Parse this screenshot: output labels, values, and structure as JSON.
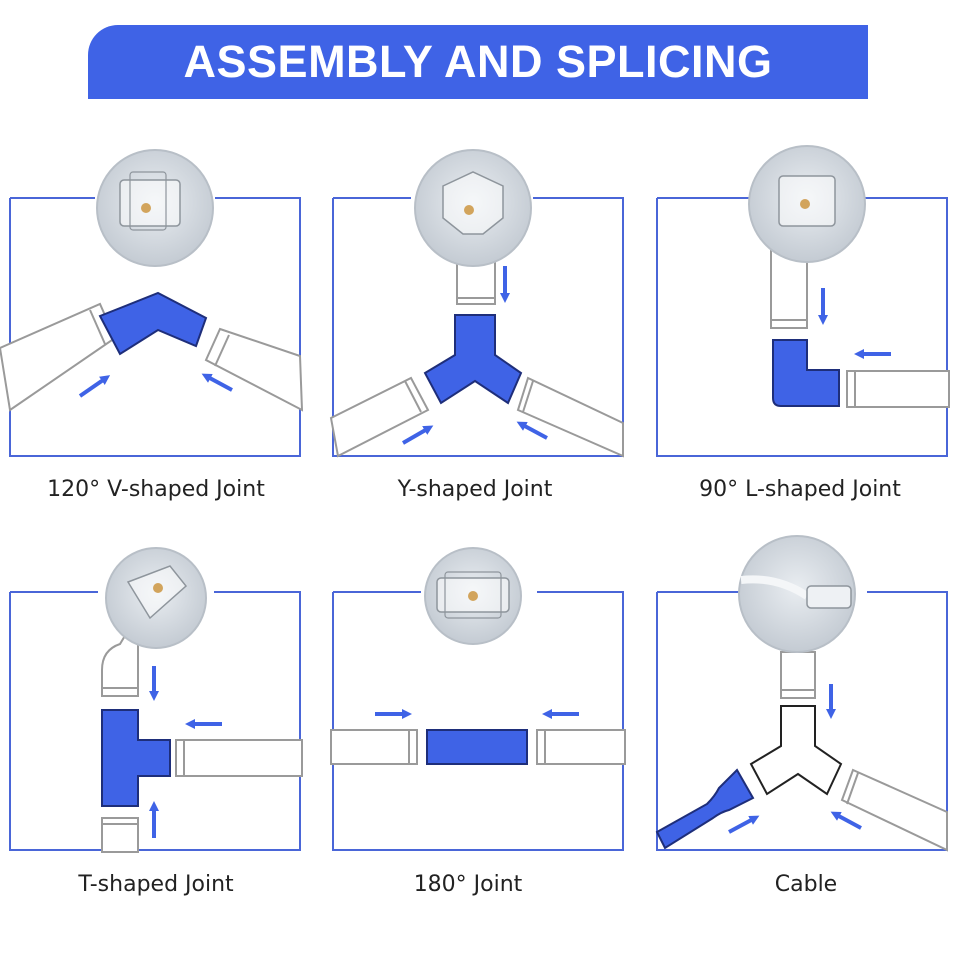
{
  "header": {
    "title": "ASSEMBLY AND SPLICING"
  },
  "colors": {
    "accent": "#3f63e6",
    "frame": "#4a66d8",
    "strip": "#9a9a9a"
  },
  "joints": [
    {
      "label": "120° V-shaped Joint"
    },
    {
      "label": "Y-shaped Joint"
    },
    {
      "label": "90° L-shaped Joint"
    },
    {
      "label": "T-shaped Joint"
    },
    {
      "label": "180° Joint"
    },
    {
      "label": "Cable"
    }
  ]
}
